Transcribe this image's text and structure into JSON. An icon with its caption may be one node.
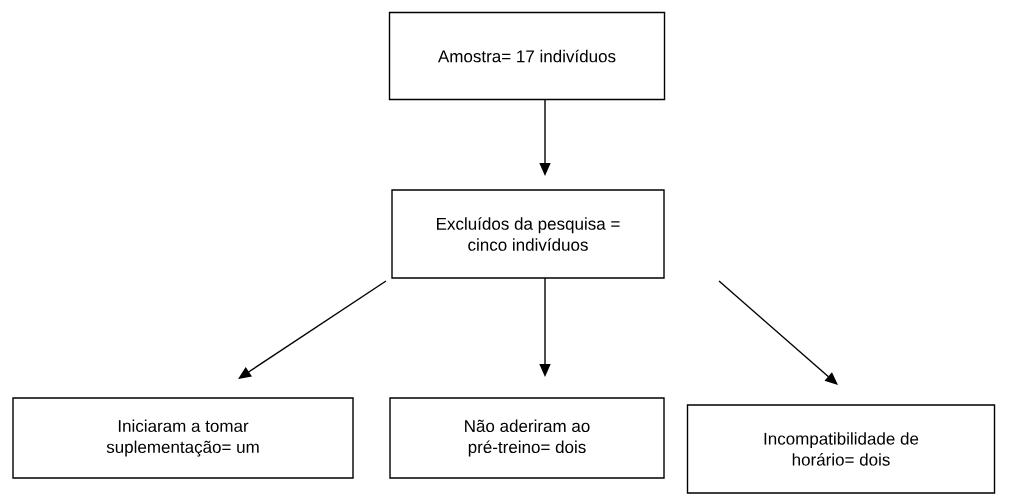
{
  "diagram": {
    "nodes": [
      {
        "text": [
          "Amostra= 17 indivíduos"
        ]
      },
      {
        "text": [
          "Excluídos da pesquisa = cinco indivíduos"
        ]
      },
      {
        "text": [
          "Iniciaram a tomar suplementação= um"
        ]
      },
      {
        "text": [
          "Não aderiram ao pré-treino= dois"
        ]
      },
      {
        "text": [
          "Incompatibilidade de horário= dois"
        ]
      }
    ],
    "edges": [
      {
        "from": 0,
        "to": 1,
        "arrow": "to"
      },
      {
        "from": 1,
        "to": 2,
        "arrow": "to"
      },
      {
        "from": 1,
        "to": 3,
        "arrow": "to"
      },
      {
        "from": 1,
        "to": 4,
        "arrow": "to"
      }
    ]
  }
}
